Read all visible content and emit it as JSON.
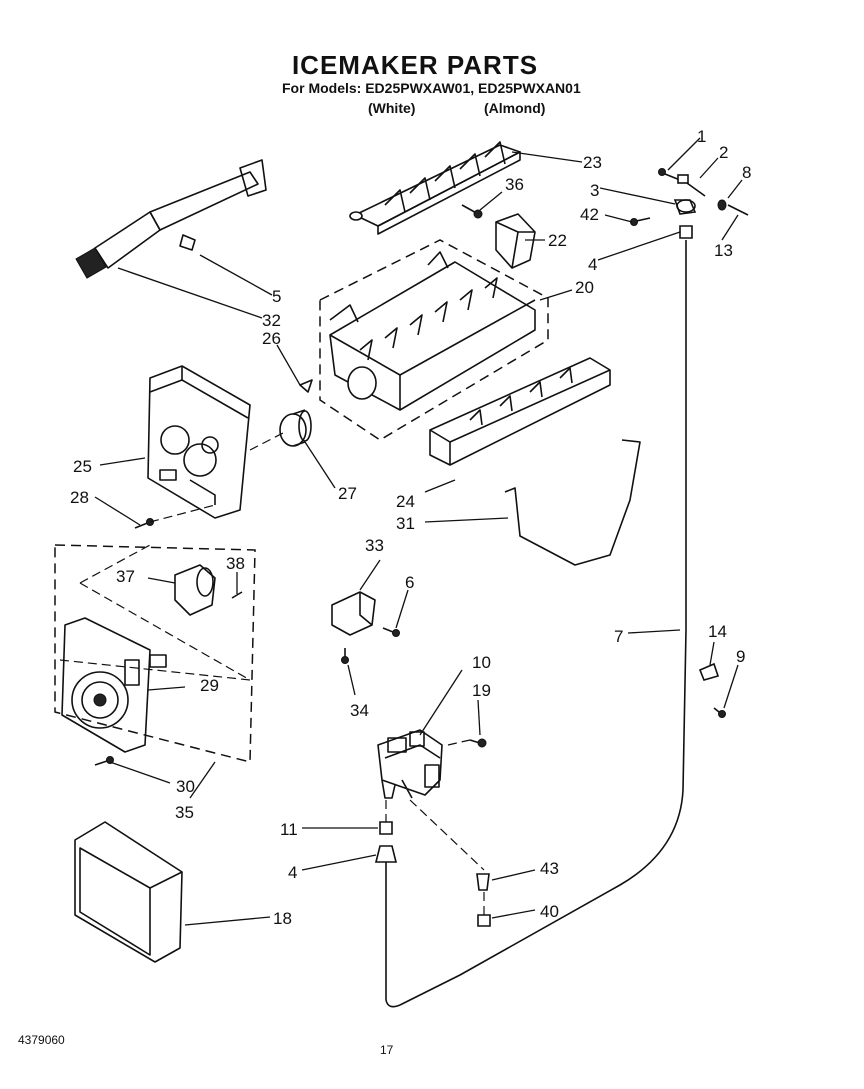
{
  "title": "ICEMAKER PARTS",
  "models_label": "For Models: ED25PWXAW01, ED25PWXAN01",
  "variants": [
    "(White)",
    "(Almond)"
  ],
  "doc_number": "4379060",
  "page_number": "17",
  "callouts": {
    "p1": "1",
    "p2": "2",
    "p3": "3",
    "p4": "4",
    "p4b": "4",
    "p5": "5",
    "p6": "6",
    "p7": "7",
    "p8": "8",
    "p9": "9",
    "p10": "10",
    "p11": "11",
    "p13": "13",
    "p14": "14",
    "p18": "18",
    "p19": "19",
    "p20": "20",
    "p22": "22",
    "p23": "23",
    "p24": "24",
    "p25": "25",
    "p26": "26",
    "p27": "27",
    "p28": "28",
    "p29": "29",
    "p30": "30",
    "p31": "31",
    "p32": "32",
    "p33": "33",
    "p34": "34",
    "p35": "35",
    "p36": "36",
    "p37": "37",
    "p38": "38",
    "p40": "40",
    "p42": "42",
    "p43": "43"
  }
}
